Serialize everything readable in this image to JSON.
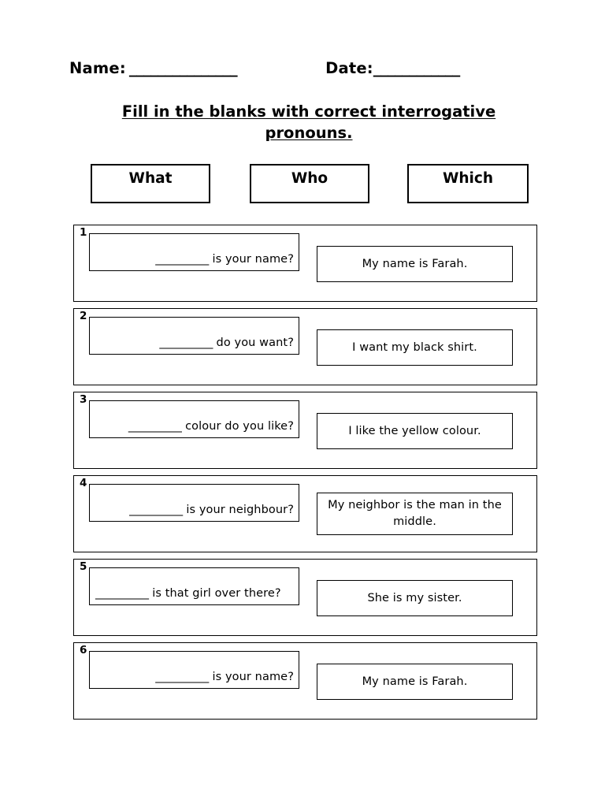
{
  "header": {
    "name_label": "Name:",
    "name_rule": "_______________",
    "date_label": "Date:",
    "date_rule": "____________",
    "title": "Fill in the blanks with correct interrogative pronouns."
  },
  "word_bank": {
    "options": [
      "What",
      "Who",
      "Which"
    ]
  },
  "blank_rule": "__________",
  "rows": [
    {
      "number": "1",
      "question_blank": "__________",
      "question_text": " is your name?",
      "question_wraps": false,
      "answer": "My name is Farah.",
      "answer_two_line": false
    },
    {
      "number": "2",
      "question_blank": "__________",
      "question_text": " do you want?",
      "question_wraps": false,
      "answer": "I want my black shirt.",
      "answer_two_line": false
    },
    {
      "number": "3",
      "question_blank": "__________",
      "question_text": " colour do you like?",
      "question_wraps": false,
      "answer": "I like the yellow colour.",
      "answer_two_line": false
    },
    {
      "number": "4",
      "question_blank": "__________",
      "question_text": " is your neighbour?",
      "question_wraps": false,
      "answer": "My neighbor is the man in the middle.",
      "answer_two_line": true
    },
    {
      "number": "5",
      "question_blank": "__________",
      "question_text": " is that girl over there?",
      "question_wraps": true,
      "answer": "She is my sister.",
      "answer_two_line": false
    },
    {
      "number": "6",
      "question_blank": "__________",
      "question_text": " is your name?",
      "question_wraps": false,
      "answer": "My name is Farah.",
      "answer_two_line": false
    }
  ],
  "colors": {
    "ink": "#000000",
    "page": "#ffffff"
  }
}
